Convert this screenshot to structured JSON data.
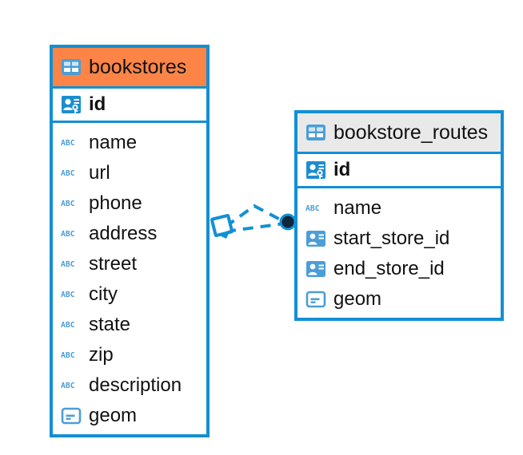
{
  "diagram": {
    "type": "entity-relationship-diagram",
    "background_color": "#ffffff",
    "accent_color": "#1290d4",
    "highlight_color": "#fb8446",
    "neutral_header_color": "#e9e9e9"
  },
  "entities": [
    {
      "name": "bookstores",
      "header_style": "accent",
      "header_color": "#fb8446",
      "table_icon": "table-icon",
      "primary_key": {
        "label": "id",
        "icon": "primary-key-icon",
        "type_hint": "key"
      },
      "fields": [
        {
          "label": "name",
          "icon": "abc-text-icon"
        },
        {
          "label": "url",
          "icon": "abc-text-icon"
        },
        {
          "label": "phone",
          "icon": "abc-text-icon"
        },
        {
          "label": "address",
          "icon": "abc-text-icon"
        },
        {
          "label": "street",
          "icon": "abc-text-icon"
        },
        {
          "label": "city",
          "icon": "abc-text-icon"
        },
        {
          "label": "state",
          "icon": "abc-text-icon"
        },
        {
          "label": "zip",
          "icon": "abc-text-icon"
        },
        {
          "label": "description",
          "icon": "abc-text-icon"
        },
        {
          "label": "geom",
          "icon": "geometry-icon"
        }
      ]
    },
    {
      "name": "bookstore_routes",
      "header_style": "neutral",
      "header_color": "#e9e9e9",
      "table_icon": "table-icon",
      "primary_key": {
        "label": "id",
        "icon": "primary-key-icon",
        "type_hint": "key"
      },
      "fields": [
        {
          "label": "name",
          "icon": "abc-text-icon"
        },
        {
          "label": "start_store_id",
          "icon": "foreign-key-icon"
        },
        {
          "label": "end_store_id",
          "icon": "foreign-key-icon"
        },
        {
          "label": "geom",
          "icon": "geometry-icon"
        }
      ]
    }
  ],
  "relationship": {
    "from_entity": "bookstores",
    "to_entity": "bookstore_routes",
    "line_style": "dashed",
    "line_color": "#1290d4",
    "source_marker": "diamond-marker",
    "target_marker": "filled-circle-marker",
    "target_marker_color": "#11253b"
  }
}
